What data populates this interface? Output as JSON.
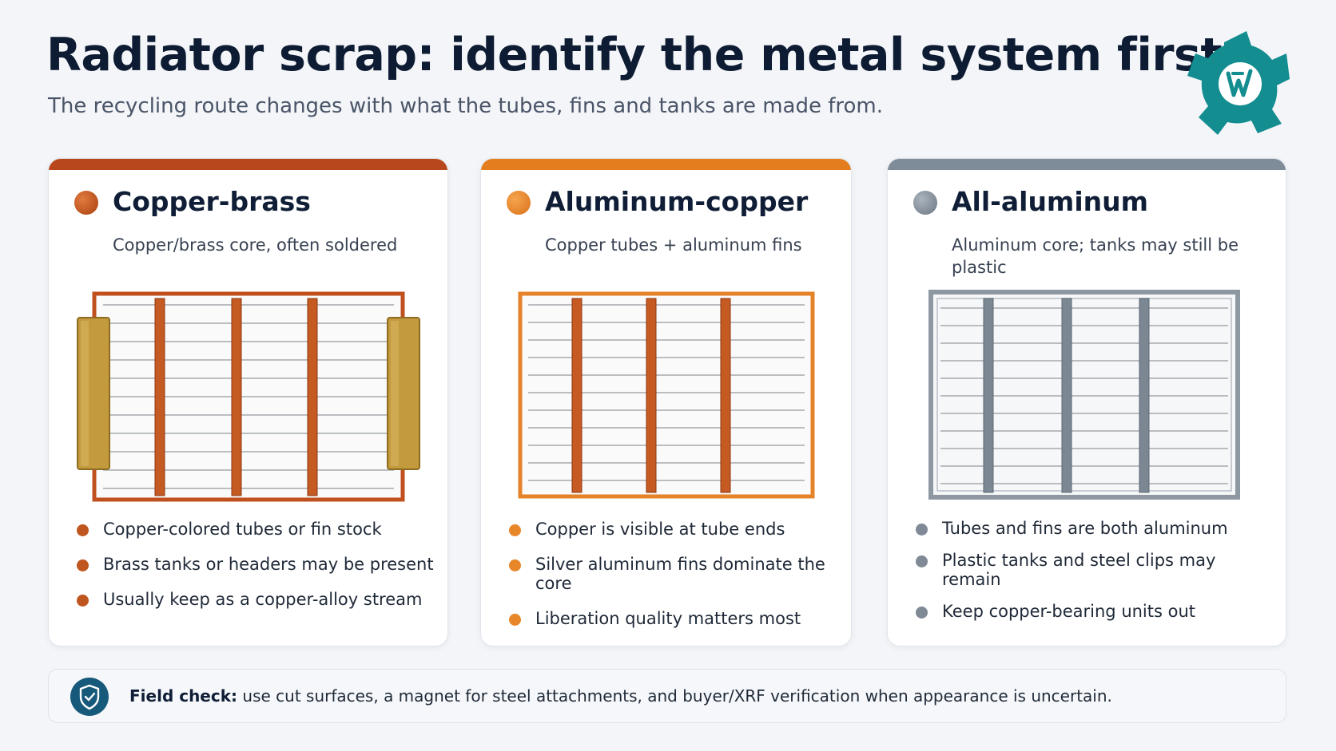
{
  "header": {
    "title": "Radiator scrap: identify the metal system first",
    "subtitle": "The recycling route changes with what the tubes, fins and tanks are made from."
  },
  "logo": {
    "icon": "gear-w-logo-icon",
    "color": "#138d90"
  },
  "cards": [
    {
      "title": "Copper-brass",
      "subtitle": "Copper/brass core, often soldered",
      "accent": "#b8481b",
      "dot_color": "#c0561f",
      "bullets": [
        "Copper-colored tubes or fin stock",
        "Brass tanks or headers may be present",
        "Usually keep as a copper-alloy stream"
      ]
    },
    {
      "title": "Aluminum-copper",
      "subtitle": "Copper tubes + aluminum fins",
      "accent": "#e37d1e",
      "dot_color": "#e8862a",
      "bullets": [
        "Copper is visible at tube ends",
        "Silver aluminum fins dominate the core",
        "Liberation quality matters most"
      ]
    },
    {
      "title": "All-aluminum",
      "subtitle": "Aluminum core; tanks may still be plastic",
      "accent": "#7e8b98",
      "dot_color": "#7f8a96",
      "bullets": [
        "Tubes and fins are both aluminum",
        "Plastic tanks and steel clips may remain",
        "Keep copper-bearing units out"
      ]
    }
  ],
  "footer": {
    "icon": "shield-check-icon",
    "label": "Field check:",
    "text": "use cut surfaces, a magnet for steel attachments, and buyer/XRF verification when appearance is uncertain."
  }
}
